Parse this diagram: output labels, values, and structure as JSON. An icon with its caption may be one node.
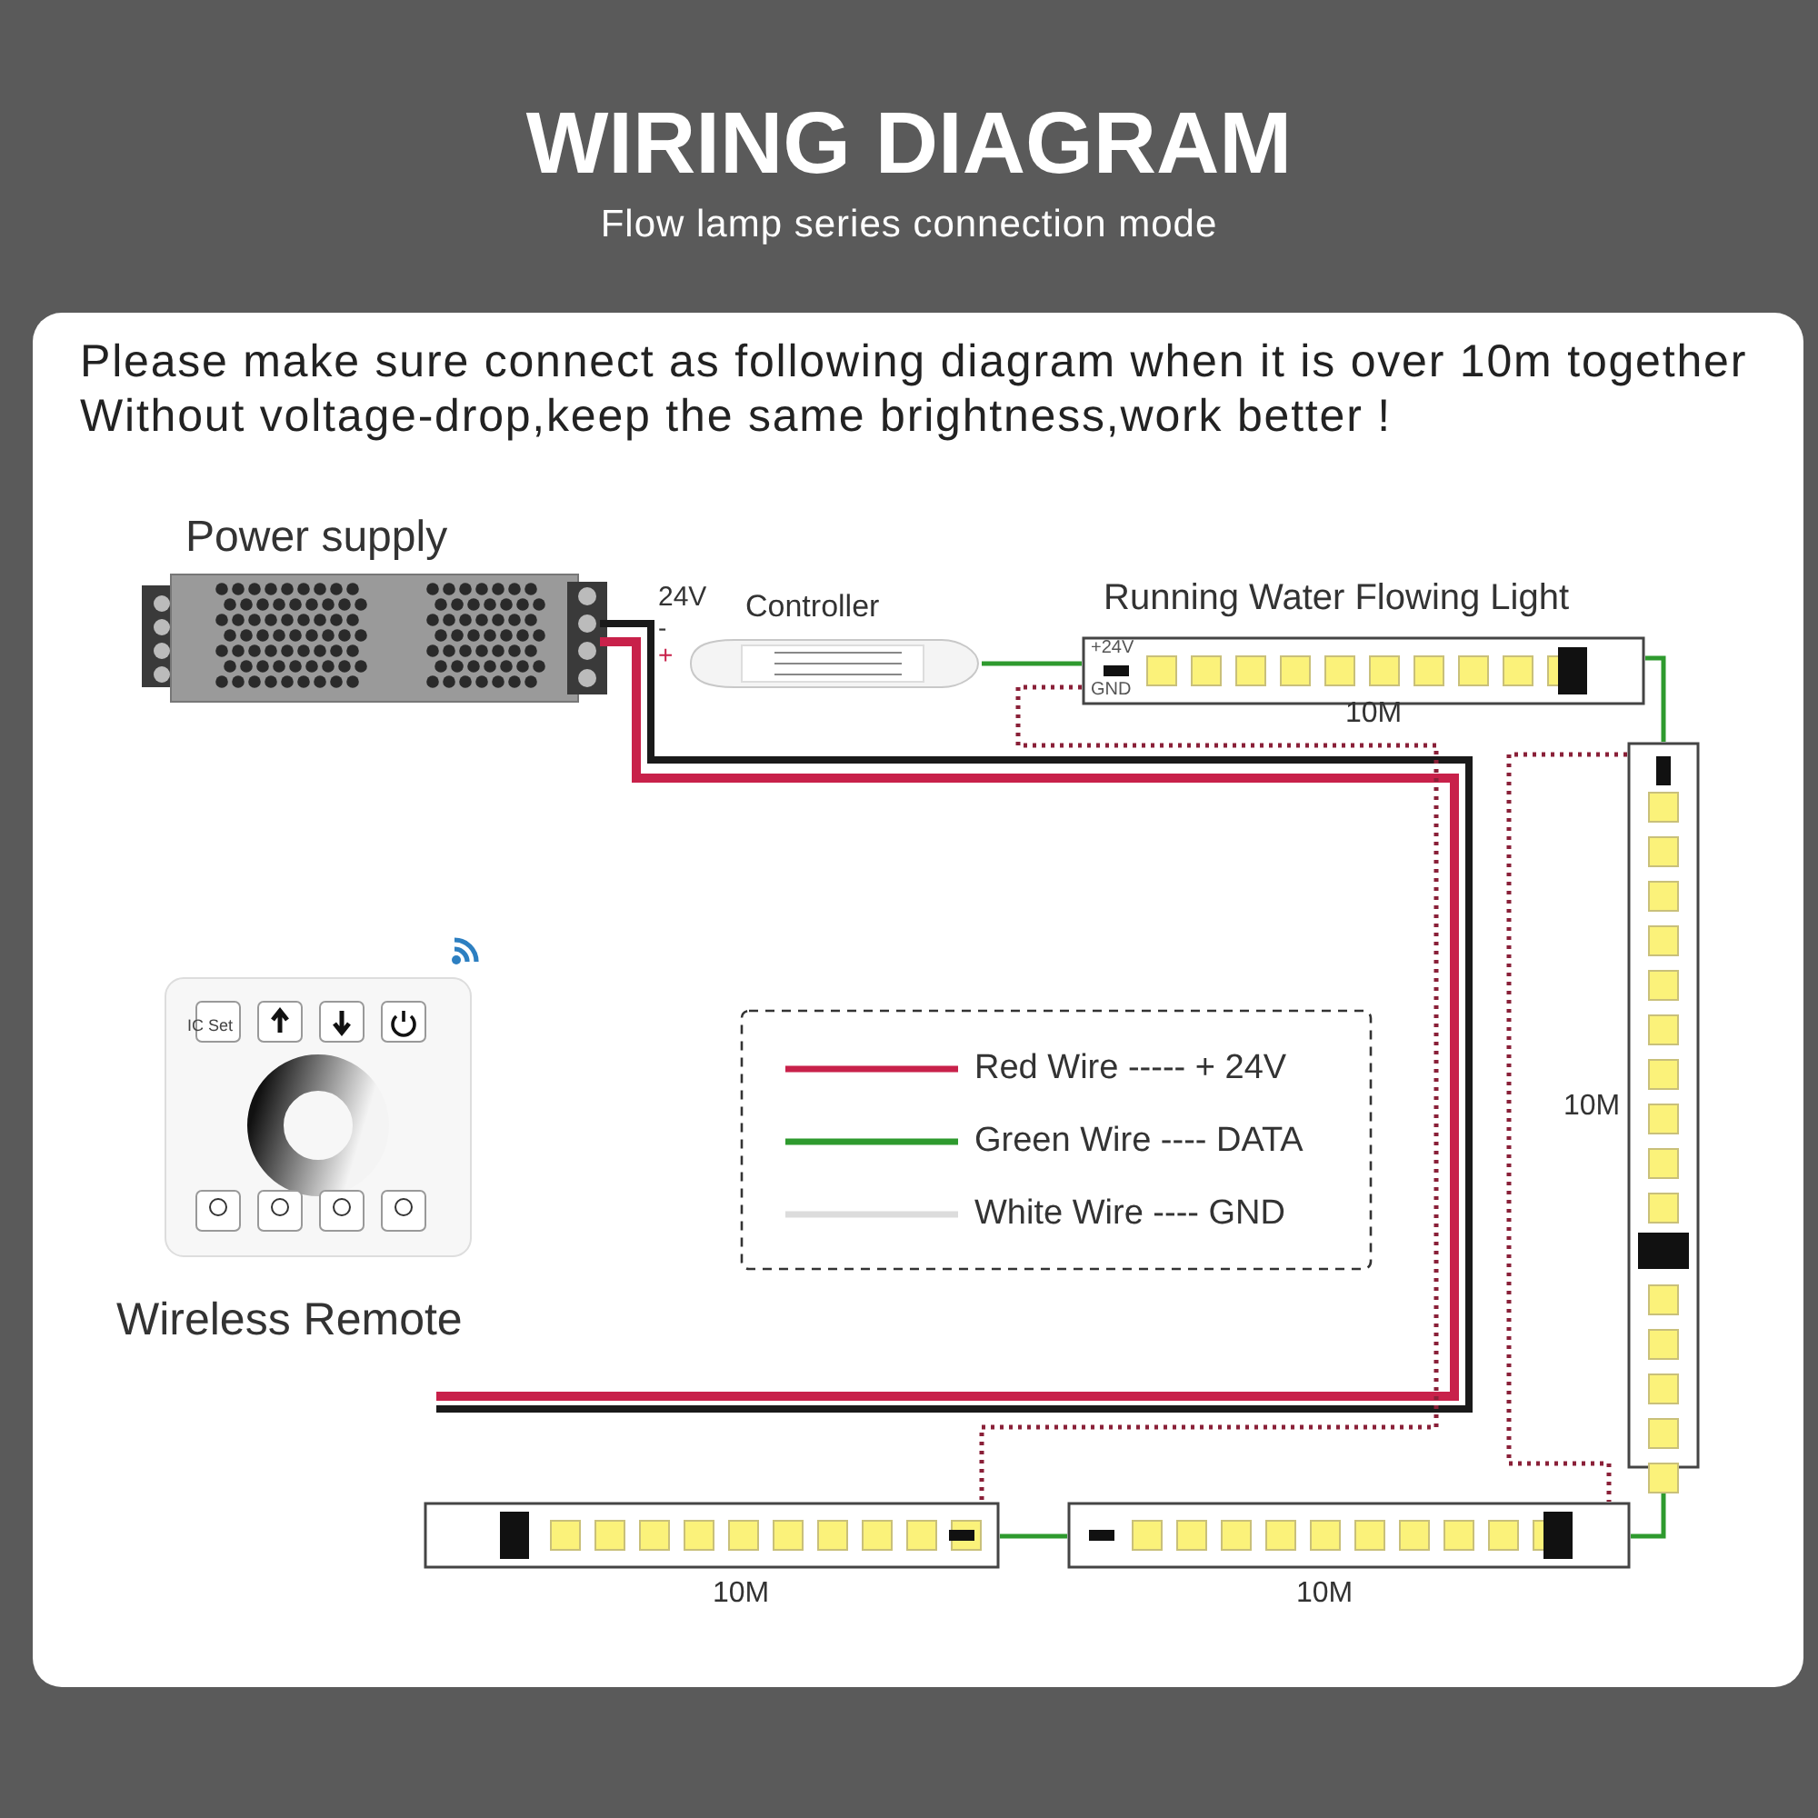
{
  "diagram": {
    "title": "WIRING DIAGRAM",
    "caption": "Flow lamp series connection mode",
    "nodes": [
      {
        "text": [
          "Power supply"
        ]
      },
      {
        "text": [
          "Controller"
        ]
      },
      {
        "text": [
          "Running Water Flowing Light"
        ],
        "beside": [
          "10M"
        ]
      },
      {
        "text": [],
        "shape": "bar",
        "beside": [
          "10M"
        ]
      },
      {
        "text": [],
        "shape": "bar",
        "beside": [
          "10M"
        ]
      },
      {
        "text": [],
        "shape": "bar",
        "beside": [
          "10M"
        ]
      },
      {
        "text": [
          "Wireless Remote"
        ]
      }
    ],
    "edges": [
      {
        "from": 0,
        "to": null,
        "arrow": "none",
        "style": "thick",
        "color": "#c8214a"
      },
      {
        "from": 1,
        "to": 2,
        "arrow": "none"
      },
      {
        "from": 2,
        "to": 3,
        "arrow": "none"
      },
      {
        "from": 3,
        "to": 4,
        "arrow": "none"
      },
      {
        "from": 4,
        "to": 5,
        "arrow": "none"
      },
      {
        "from": 2,
        "to": 5,
        "arrow": "none",
        "style": "dashed",
        "color": "#8a2038"
      },
      {
        "from": 3,
        "to": 4,
        "arrow": "none",
        "style": "dashed",
        "color": "#8a2038"
      }
    ],
    "labels": [
      "Please make sure connect as following diagram when it is over 10m together Without voltage-drop,keep the same brightness,work better !",
      "24V",
      "-",
      "+",
      "+24V",
      "GND",
      "IC Set"
    ],
    "legend": [
      {
        "text": "Red Wire ----- + 24V"
      },
      {
        "text": "Green Wire ---- DATA"
      },
      {
        "text": "White Wire ---- GND"
      }
    ]
  }
}
